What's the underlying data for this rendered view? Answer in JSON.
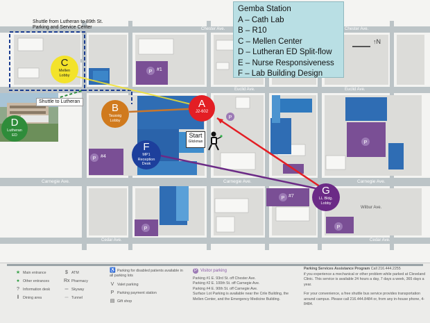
{
  "gemba": {
    "title": "Gemba Station",
    "items": [
      "A – Cath Lab",
      "B – R10",
      "C – Mellen Center",
      "D – Lutheran ED Split-flow",
      "E – Nurse Responsiveness",
      "F – Lab Building Design"
    ]
  },
  "shuttle": {
    "top_label": "Shuttle from Lutheran to 89th St. Parking and Service Center",
    "mid_label": "Shuttle to Lutheran"
  },
  "stations": {
    "A": {
      "letter": "A",
      "label": "J2-602"
    },
    "B": {
      "letter": "B",
      "label": "Taussig Lobby"
    },
    "C": {
      "letter": "C",
      "label": "Mellen Lobby"
    },
    "D": {
      "letter": "D",
      "label": "Lutheran ED"
    },
    "F": {
      "letter": "F",
      "label": "MP1 Reception Desk"
    },
    "G": {
      "letter": "G",
      "label": "LL Bldg. Lobby"
    }
  },
  "start": {
    "label": "Start",
    "sublabel": "Glickman"
  },
  "streets": {
    "chester": "Chester Ave.",
    "euclid": "Euclid Ave.",
    "carnegie": "Carnegie Ave.",
    "cedar": "Cedar Ave.",
    "wilbur": "Wilbur Ave."
  },
  "lot_labels": {
    "p1": "#1",
    "p4": "#4",
    "p7": "#7"
  },
  "legend": {
    "col1": [
      {
        "icon": "★",
        "label": "Main entrance"
      },
      {
        "icon": "●",
        "label": "Other entrances"
      },
      {
        "icon": "?",
        "label": "Information desk"
      },
      {
        "icon": "‖",
        "label": "Dining area"
      }
    ],
    "col2": [
      {
        "icon": "$",
        "label": "ATM"
      },
      {
        "icon": "Rx",
        "label": "Pharmacy"
      },
      {
        "icon": "═",
        "label": "Skyway"
      },
      {
        "icon": "═",
        "label": "Tunnel"
      }
    ],
    "col3": [
      {
        "icon": "♿",
        "label": "Parking for disabled patients available in all parking lots"
      },
      {
        "icon": "V",
        "label": "Valet parking"
      },
      {
        "icon": "P",
        "label": "Parking payment station"
      },
      {
        "icon": "▤",
        "label": "Gift shop"
      }
    ],
    "visitor_parking": "Visitor parking",
    "parking_lines": [
      "Parking #1  E. 93rd St. off Chester Ave.",
      "Parking #2  E. 100th St. off Carnegie Ave.",
      "Parking #4  E. 90th St. off Carnegie Ave.",
      "Surface Lot Parking is available near the Crile Building, the Mellen Center, and the Emergency Medicine Building."
    ],
    "help_title": "Parking Services Assistance Program",
    "help_phone": "Call 216.444.2255",
    "help_text": "if you experience a mechanical or other problem while parked at Cleveland Clinic. This service is available 24 hours a day, 7 days a week, 365 days a year.",
    "shuttle_text": "For your convenience, a free shuttle bus service provides transportation around campus. Please call 216.444.8484 or, from any in-house phone, 4-8484."
  },
  "colors": {
    "street": "#b7c0c3",
    "block": "#dfe0dd",
    "building_blue": "#2f6db4",
    "building_purple": "#7a4f95",
    "station_A": "#e31e24",
    "station_B": "#d07a1d",
    "station_C": "#f3e32a",
    "station_D": "#2f8c3a",
    "station_F": "#1d3f9c",
    "station_G": "#6b2a86",
    "gemba_box": "#b9dfe4"
  }
}
